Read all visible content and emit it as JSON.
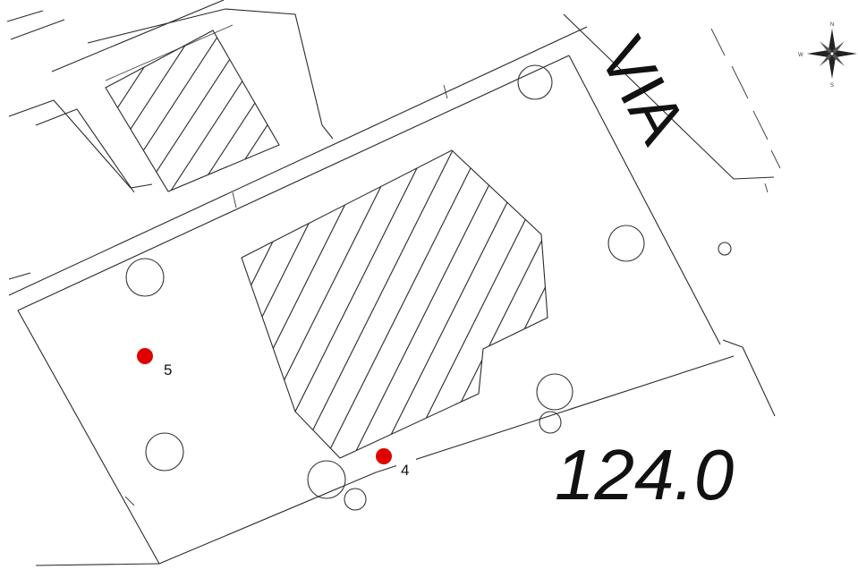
{
  "map": {
    "street_label": "VIA",
    "elevation_label": "124.0",
    "compass": {
      "north": "N",
      "south": "S",
      "west": "W"
    },
    "points": [
      {
        "id": "point-5",
        "label": "5",
        "color": "#e00000"
      },
      {
        "id": "point-4",
        "label": "4",
        "color": "#e00000"
      }
    ]
  }
}
